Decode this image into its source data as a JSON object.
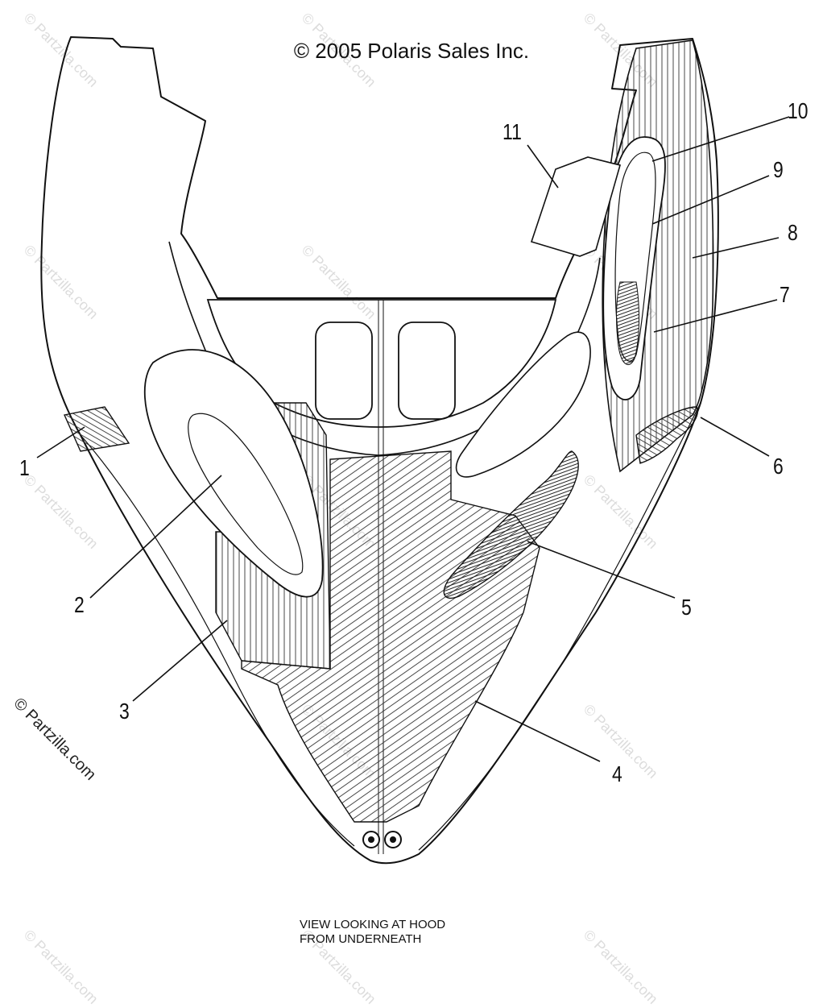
{
  "copyright": "© 2005 Polaris Sales Inc.",
  "watermark": "© Partzilla.com",
  "caption": [
    "VIEW LOOKING AT HOOD",
    "FROM UNDERNEATH"
  ],
  "callouts": {
    "c1": "1",
    "c2": "2",
    "c3": "3",
    "c4": "4",
    "c5": "5",
    "c6": "6",
    "c7": "7",
    "c8": "8",
    "c9": "9",
    "c10": "10",
    "c11": "11"
  }
}
